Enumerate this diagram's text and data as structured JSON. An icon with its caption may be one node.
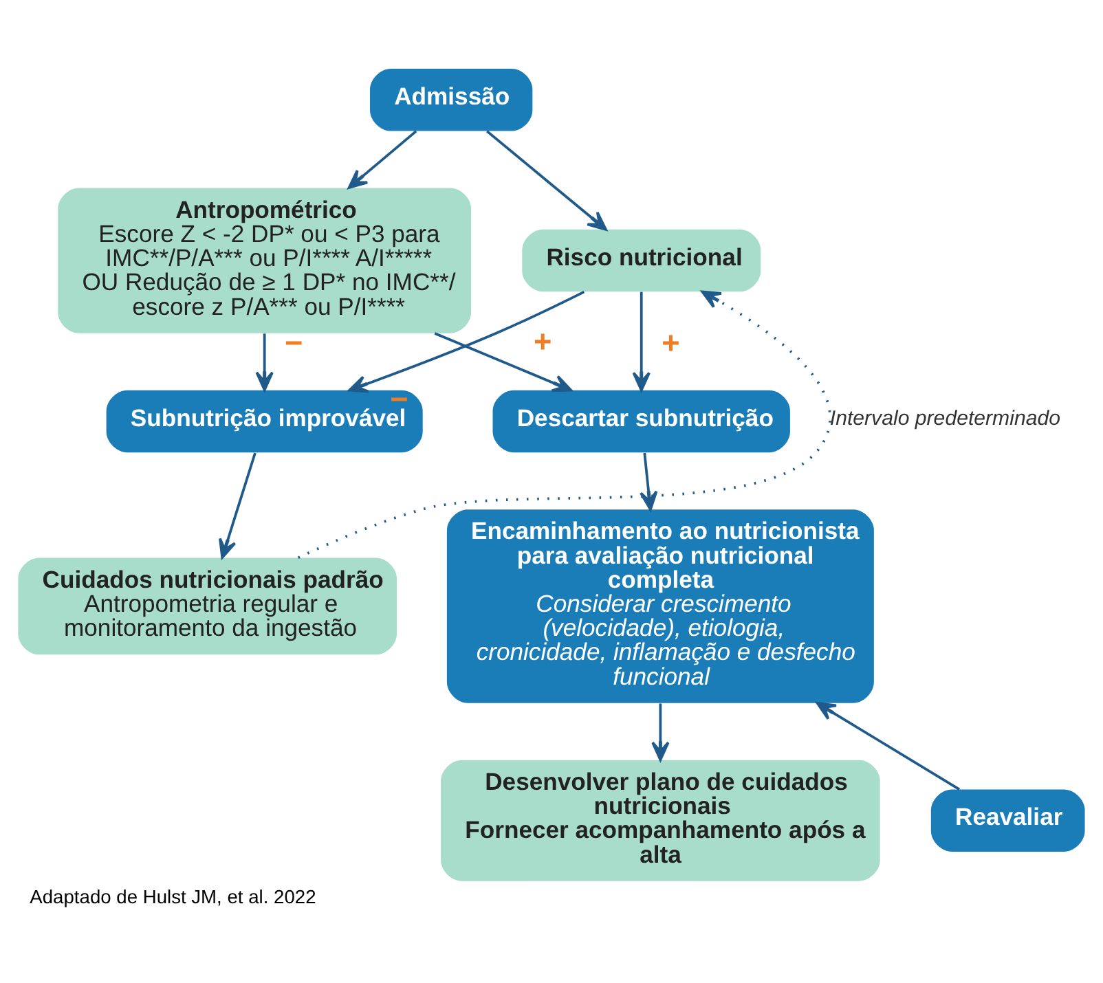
{
  "diagram": {
    "caption": "Adaptado de Hulst JM, et al. 2022",
    "nodes": [
      {
        "text": [
          "Admissão"
        ]
      },
      {
        "text": [
          "Antropométrico",
          "Escore Z < -2 DP* ou < P3 para IMC**/P/A*** ou P/I**** A/I***** OU Redução de ≥ 1 DP* no IMC**/ escore z P/A*** ou P/I****"
        ]
      },
      {
        "text": [
          "Risco nutricional"
        ]
      },
      {
        "text": [
          "Descartar subnutrição"
        ]
      },
      {
        "text": [
          "Subnutrição improvável"
        ]
      },
      {
        "text": [
          "Cuidados nutricionais padrão",
          "Antropometria regular e monitoramento da ingestão"
        ]
      },
      {
        "text": [
          "Encaminhamento ao nutricionista para avaliação nutricional completa",
          "Considerar crescimento (velocidade), etiologia, cronicidade, inflamação e desfecho funcional"
        ]
      },
      {
        "text": [
          "Desenvolver plano de cuidados nutricionais",
          "Fornecer acompanhamento após a alta"
        ]
      },
      {
        "text": [
          "Reavaliar"
        ]
      }
    ],
    "edges": [
      {
        "from": 0,
        "to": 1,
        "arrow": "to"
      },
      {
        "from": 0,
        "to": 2,
        "arrow": "to"
      },
      {
        "from": 1,
        "to": 3,
        "arrow": "to",
        "label": "+"
      },
      {
        "from": 1,
        "to": 4,
        "arrow": "to",
        "label": "−"
      },
      {
        "from": 2,
        "to": 4,
        "arrow": "to",
        "label": "−"
      },
      {
        "from": 2,
        "to": 3,
        "arrow": "to",
        "label": "+"
      },
      {
        "from": 4,
        "to": 5,
        "arrow": "to"
      },
      {
        "from": 5,
        "to": 2,
        "arrow": "to",
        "style": "dashed",
        "label": "Intervalo predeterminado"
      },
      {
        "from": 3,
        "to": 6,
        "arrow": "to"
      },
      {
        "from": 6,
        "to": 7,
        "arrow": "to"
      },
      {
        "from": 8,
        "to": 6,
        "arrow": "to"
      }
    ]
  }
}
